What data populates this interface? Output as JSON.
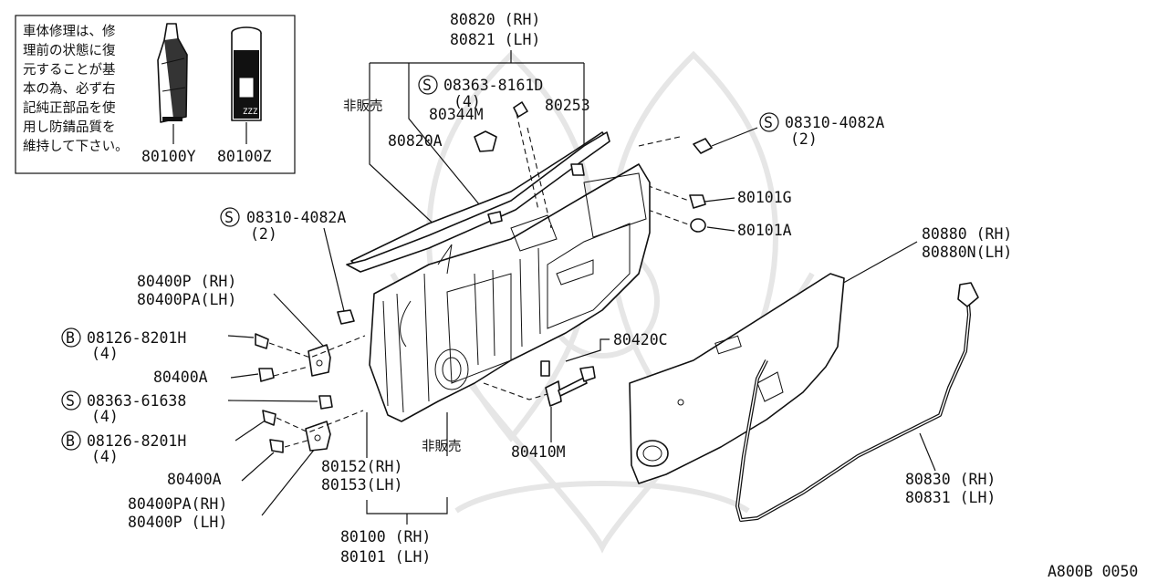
{
  "notice": {
    "lines": [
      "車体修理は、修",
      "理前の状態に復",
      "元することが基",
      "本の為、必ず右",
      "記純正部品を使",
      "用し防錆品質を",
      "維持して下さい。"
    ],
    "tube_part": "80100Y",
    "can_part": "80100Z"
  },
  "labels": {
    "p80820_rh": "80820 (RH)",
    "p80821_lh": "80821 (LH)",
    "s08363_8161D": "08363-8161D",
    "s08363_8161D_qty": "(4)",
    "p80344M": "80344M",
    "p80253": "80253",
    "hanbai_top": "非販売",
    "p80820A": "80820A",
    "s08310_top": "08310-4082A",
    "s08310_top_qty": "(2)",
    "p80101G": "80101G",
    "p80101A": "80101A",
    "s08310_left": "08310-4082A",
    "s08310_left_qty": "(2)",
    "p80880_rh": "80880  (RH)",
    "p80880N_lh": "80880N(LH)",
    "p80400P_rh": "80400P  (RH)",
    "p80400PA_lh": "80400PA(LH)",
    "b08126_top": "08126-8201H",
    "b08126_top_qty": "(4)",
    "p80420C": "80420C",
    "p80400A_top": "80400A",
    "s08363_61638": "08363-61638",
    "s08363_61638_qty": "(4)",
    "b08126_bot": "08126-8201H",
    "b08126_bot_qty": "(4)",
    "hanbai_bot": "非販売",
    "p80410M": "80410M",
    "p80400A_bot": "80400A",
    "p80152_rh": "80152(RH)",
    "p80153_lh": "80153(LH)",
    "p80830_rh": "80830 (RH)",
    "p80831_lh": "80831 (LH)",
    "p80400PA_rh": "80400PA(RH)",
    "p80400P_lh": "80400P  (LH)",
    "p80100_rh": "80100 (RH)",
    "p80101_lh": "80101 (LH)",
    "figure_code": "A800B 0050"
  },
  "symbols": {
    "screw": "S",
    "bolt": "B"
  },
  "colors": {
    "ink": "#111111",
    "watermark": "#e6e6e6"
  }
}
